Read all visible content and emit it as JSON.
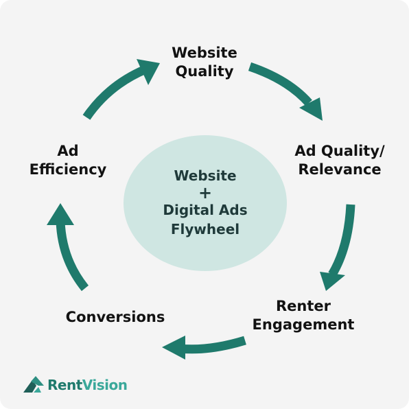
{
  "hub": {
    "line1": "Website",
    "plus": "+",
    "line2": "Digital Ads",
    "line3": "Flywheel"
  },
  "nodes": {
    "website_quality": {
      "line1": "Website",
      "line2": "Quality"
    },
    "ad_quality": {
      "line1": "Ad Quality/",
      "line2": "Relevance"
    },
    "renter_engagement": {
      "line1": "Renter",
      "line2": "Engagement"
    },
    "conversions": {
      "line1": "Conversions"
    },
    "ad_efficiency": {
      "line1": "Ad",
      "line2": "Efficiency"
    }
  },
  "brand": {
    "part1": "Rent",
    "part2": "Vision"
  },
  "colors": {
    "arrow": "#1f7a6c",
    "hub_fill": "#cfe6e2",
    "background": "#f4f4f4",
    "text": "#121212"
  },
  "icons": [
    "cycle-arrow-icon",
    "rentvision-logo-icon"
  ]
}
